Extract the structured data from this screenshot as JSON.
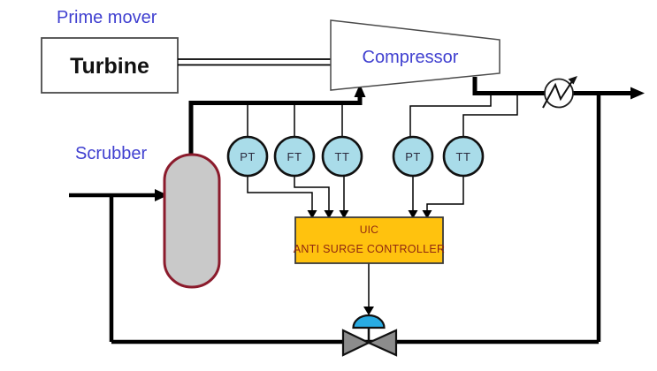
{
  "labels": {
    "prime_mover": "Prime mover",
    "turbine": "Turbine",
    "compressor": "Compressor",
    "scrubber": "Scrubber"
  },
  "instrument_tags": [
    "PT",
    "FT",
    "TT",
    "PT",
    "TT"
  ],
  "controller": {
    "tag": "UIC",
    "name": "ANTI SURGE CONTROLLER"
  },
  "colors": {
    "label-blue": "#4040d0",
    "controller-fill": "#ffc20e",
    "controller-text": "#8f2711",
    "instrument-fill": "#a9dce9",
    "vessel-fill": "#c9c9c9",
    "vessel-border": "#8b1b2c",
    "valve-gray": "#8c8c8c",
    "actuator-blue": "#29abe2",
    "line-black": "#000000"
  }
}
